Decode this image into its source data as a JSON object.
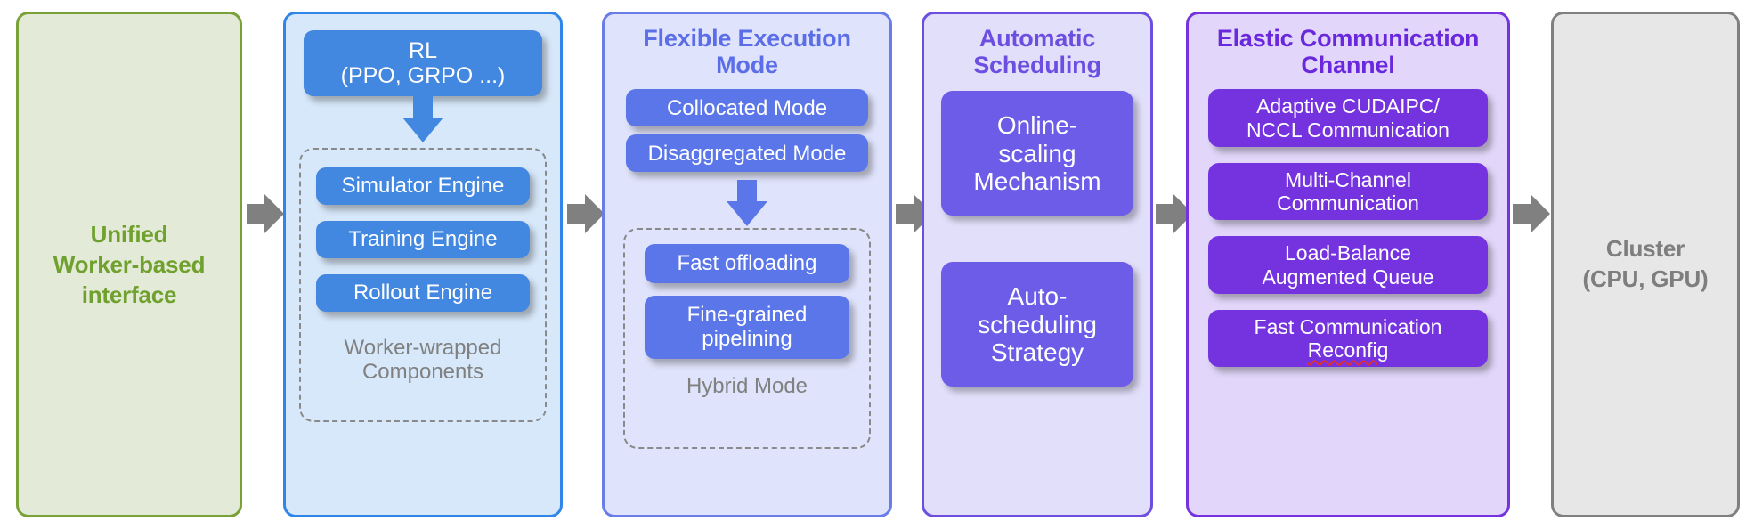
{
  "diagram": {
    "panels": [
      {
        "id": "unified-interface",
        "title": "Unified\nWorker-based\ninterface",
        "title_line1": "Unified",
        "title_line2": "Worker-based",
        "title_line3": "interface",
        "accent": "#70a12e",
        "fill": "#e3ebd8"
      },
      {
        "id": "rl",
        "accent": "#2f86e8",
        "fill": "#d7e8fa",
        "rl_box_line1": "RL",
        "rl_box_line2": "(PPO, GRPO ...)",
        "engines": [
          "Simulator Engine",
          "Training Engine",
          "Rollout Engine"
        ],
        "group_caption_line1": "Worker-wrapped",
        "group_caption_line2": "Components"
      },
      {
        "id": "flexible-execution",
        "title_line1": "Flexible Execution",
        "title_line2": "Mode",
        "accent": "#5b6ee8",
        "fill": "#dfe3fb",
        "modes": [
          "Collocated Mode",
          "Disaggregated Mode"
        ],
        "hybrid_items": [
          "Fast offloading",
          "Fine-grained\npipelining"
        ],
        "hybrid_item_1": "Fast offloading",
        "hybrid_item_2_line1": "Fine-grained",
        "hybrid_item_2_line2": "pipelining",
        "group_caption": "Hybrid Mode"
      },
      {
        "id": "automatic-scheduling",
        "title_line1": "Automatic",
        "title_line2": "Scheduling",
        "accent": "#6c4fe0",
        "fill": "#e2dffb",
        "items": [
          {
            "line1": "Online-",
            "line2": "scaling",
            "line3": "Mechanism"
          },
          {
            "line1": "Auto-",
            "line2": "scheduling",
            "line3": "Strategy"
          }
        ]
      },
      {
        "id": "elastic-communication",
        "title_line1": "Elastic Communication",
        "title_line2": "Channel",
        "accent": "#6a28dd",
        "fill": "#e2d7fb",
        "items": [
          {
            "line1": "Adaptive CUDAIPC/",
            "line2": "NCCL Communication"
          },
          {
            "line1": "Multi-Channel",
            "line2": "Communication"
          },
          {
            "line1": "Load-Balance",
            "line2": "Augmented Queue"
          },
          {
            "line1": "Fast Communication",
            "line2": "Reconfig"
          }
        ]
      },
      {
        "id": "cluster",
        "title_line1": "Cluster",
        "title_line2": "(CPU, GPU)",
        "accent": "#7e7e7e",
        "fill": "#e7e7e7"
      }
    ],
    "connector_arrow_color": "#808080"
  }
}
